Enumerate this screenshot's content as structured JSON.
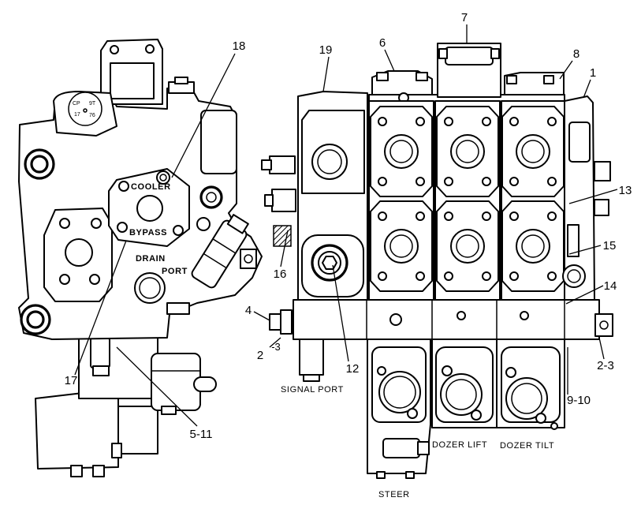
{
  "callouts": [
    "18",
    "19",
    "6",
    "7",
    "8",
    "1",
    "13",
    "15",
    "14",
    "16",
    "12",
    "4",
    "2",
    "-3",
    "17",
    "5-11",
    "2-3",
    "9-10"
  ],
  "labels": {
    "cooler": "COOLER",
    "bypass": "BYPASS",
    "drain": "DRAIN",
    "port": "PORT",
    "signal_port": "SIGNAL PORT",
    "dozer_lift": "DOZER LIFT",
    "dozer_tilt": "DOZER TILT",
    "steer": "STEER"
  },
  "stamp": [
    "CP",
    "9T",
    "17",
    "76"
  ],
  "colors": {
    "line": "#000000",
    "background": "#ffffff"
  }
}
